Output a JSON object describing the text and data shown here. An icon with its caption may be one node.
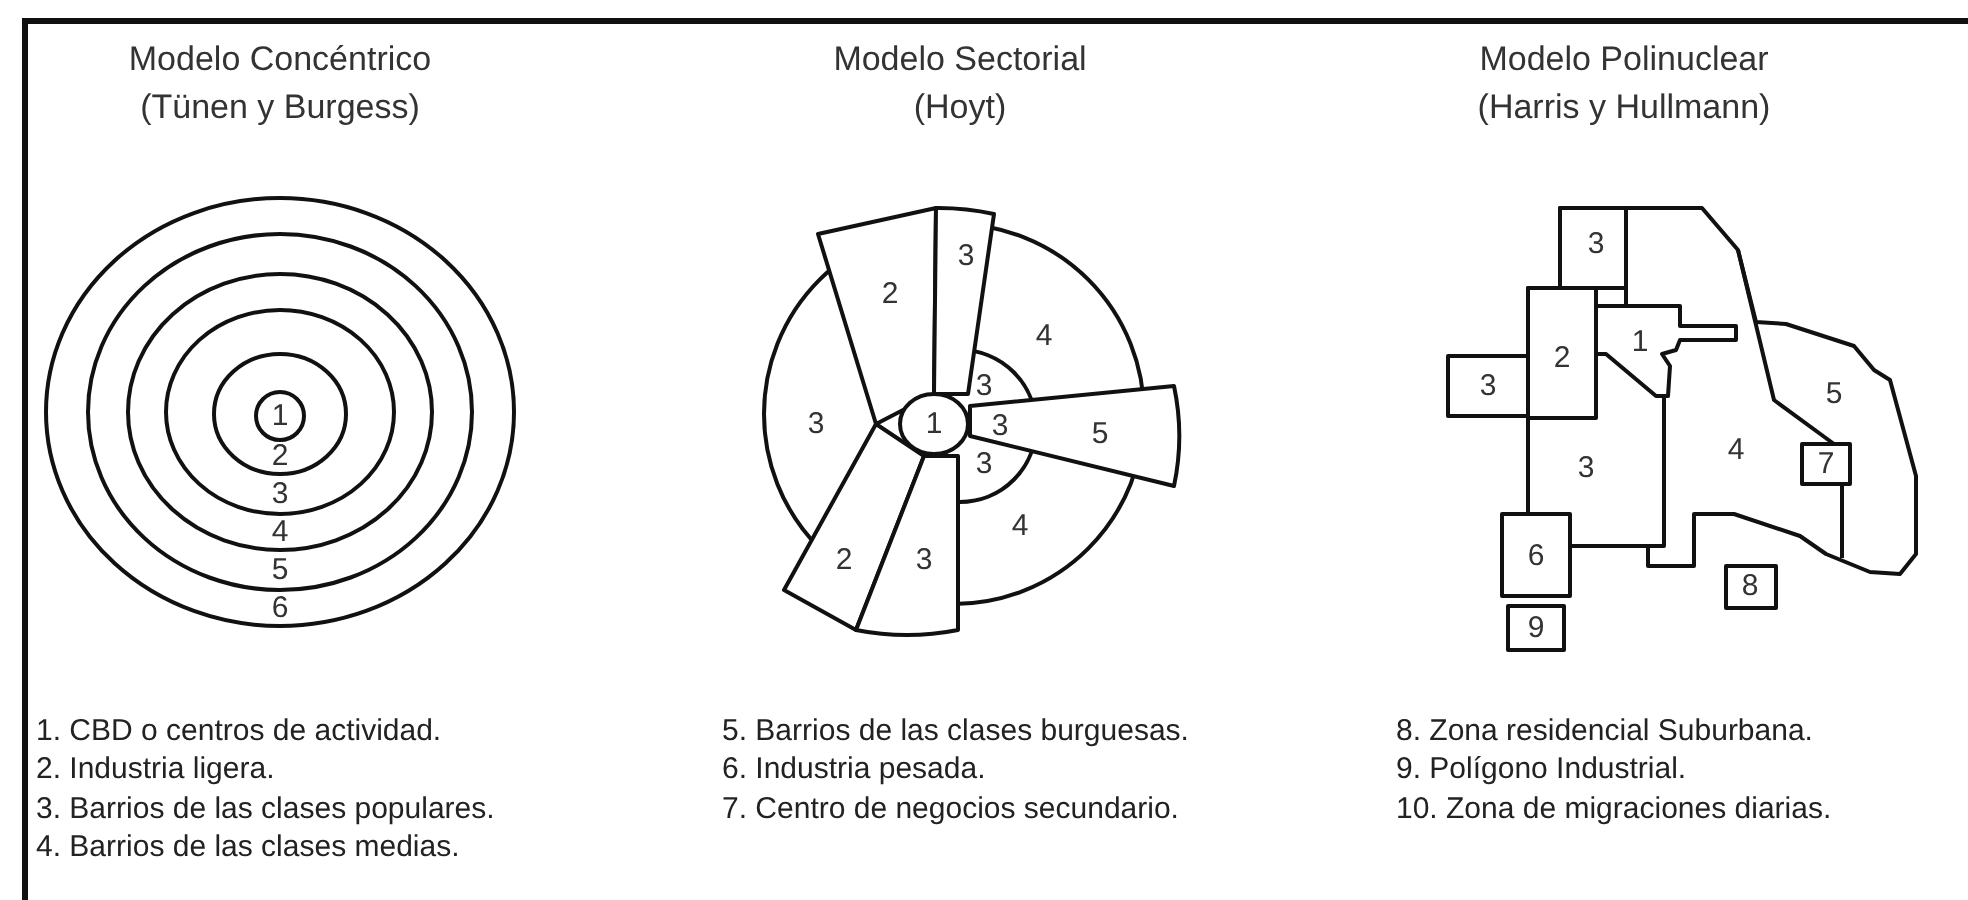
{
  "diagram": {
    "labels": [
      "Modelo Concéntrico (Tünen y Burgess)",
      "Modelo Sectorial (Hoyt)",
      "Modelo Polinuclear (Harris y Hullmann)",
      "1",
      "2",
      "3",
      "4",
      "5",
      "6",
      "2",
      "3",
      "4",
      "3",
      "3",
      "1",
      "3",
      "5",
      "3",
      "4",
      "2",
      "3",
      "3",
      "2",
      "1",
      "3",
      "5",
      "3",
      "4",
      "7",
      "6",
      "8",
      "9",
      "1. CBD o centros de actividad.",
      "2. Industria ligera.",
      "3. Barrios de las clases populares.",
      "4. Barrios de las clases medias.",
      "5. Barrios de las clases burguesas.",
      "6. Industria pesada.",
      "7. Centro de negocios secundario.",
      "8. Zona residencial Suburbana.",
      "9. Polígono Industrial.",
      "10. Zona de migraciones diarias."
    ]
  }
}
